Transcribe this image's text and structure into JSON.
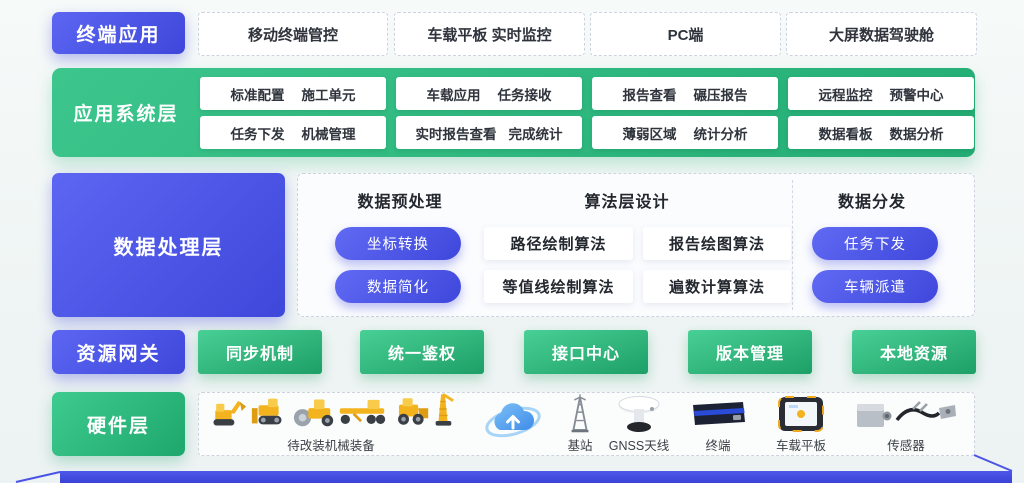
{
  "colors": {
    "accent_blue": "#434ce0",
    "accent_green": "#27b579",
    "dash_border": "#ccd3de",
    "card_text": "#2f343c"
  },
  "terminal_row": {
    "label": "终端应用",
    "items": [
      "移动终端管控",
      "车载平板 实时监控",
      "PC端",
      "大屏数据驾驶舱"
    ]
  },
  "application_row": {
    "label": "应用系统层",
    "cards": [
      {
        "left": "标准配置",
        "right": "施工单元"
      },
      {
        "left": "车载应用",
        "right": "任务接收"
      },
      {
        "left": "报告查看",
        "right": "碾压报告"
      },
      {
        "left": "远程监控",
        "right": "预警中心"
      },
      {
        "left": "任务下发",
        "right": "机械管理"
      },
      {
        "left": "实时报告查看",
        "right": "完成统计"
      },
      {
        "left": "薄弱区域",
        "right": "统计分析"
      },
      {
        "left": "数据看板",
        "right": "数据分析"
      }
    ]
  },
  "processing_row": {
    "label": "数据处理层",
    "sections": [
      {
        "title": "数据预处理",
        "style": "pill",
        "items": [
          "坐标转换",
          "数据简化"
        ]
      },
      {
        "title": "算法层设计",
        "style": "card",
        "items": [
          "路径绘制算法",
          "报告绘图算法",
          "等值线绘制算法",
          "遍数计算算法"
        ]
      },
      {
        "title": "数据分发",
        "style": "pill",
        "items": [
          "任务下发",
          "车辆派遣"
        ]
      }
    ]
  },
  "gateway_row": {
    "label": "资源网关",
    "items": [
      "同步机制",
      "统一鉴权",
      "接口中心",
      "版本管理",
      "本地资源"
    ]
  },
  "hardware_row": {
    "label": "硬件层",
    "machines_caption": "待改装机械装备",
    "machine_icons": [
      "excavator",
      "bulldozer",
      "road-roller",
      "grader",
      "wheel-loader",
      "crane"
    ],
    "devices": [
      {
        "icon": "cloud-upload-icon",
        "name": ""
      },
      {
        "icon": "base-station-icon",
        "name": "基站"
      },
      {
        "icon": "gnss-antenna-icon",
        "name": "GNSS天线"
      },
      {
        "icon": "terminal-box-icon",
        "name": "终端"
      },
      {
        "icon": "vehicle-tablet-icon",
        "name": "车载平板"
      },
      {
        "icon": "sensor-icon",
        "name": "传感器"
      }
    ]
  }
}
